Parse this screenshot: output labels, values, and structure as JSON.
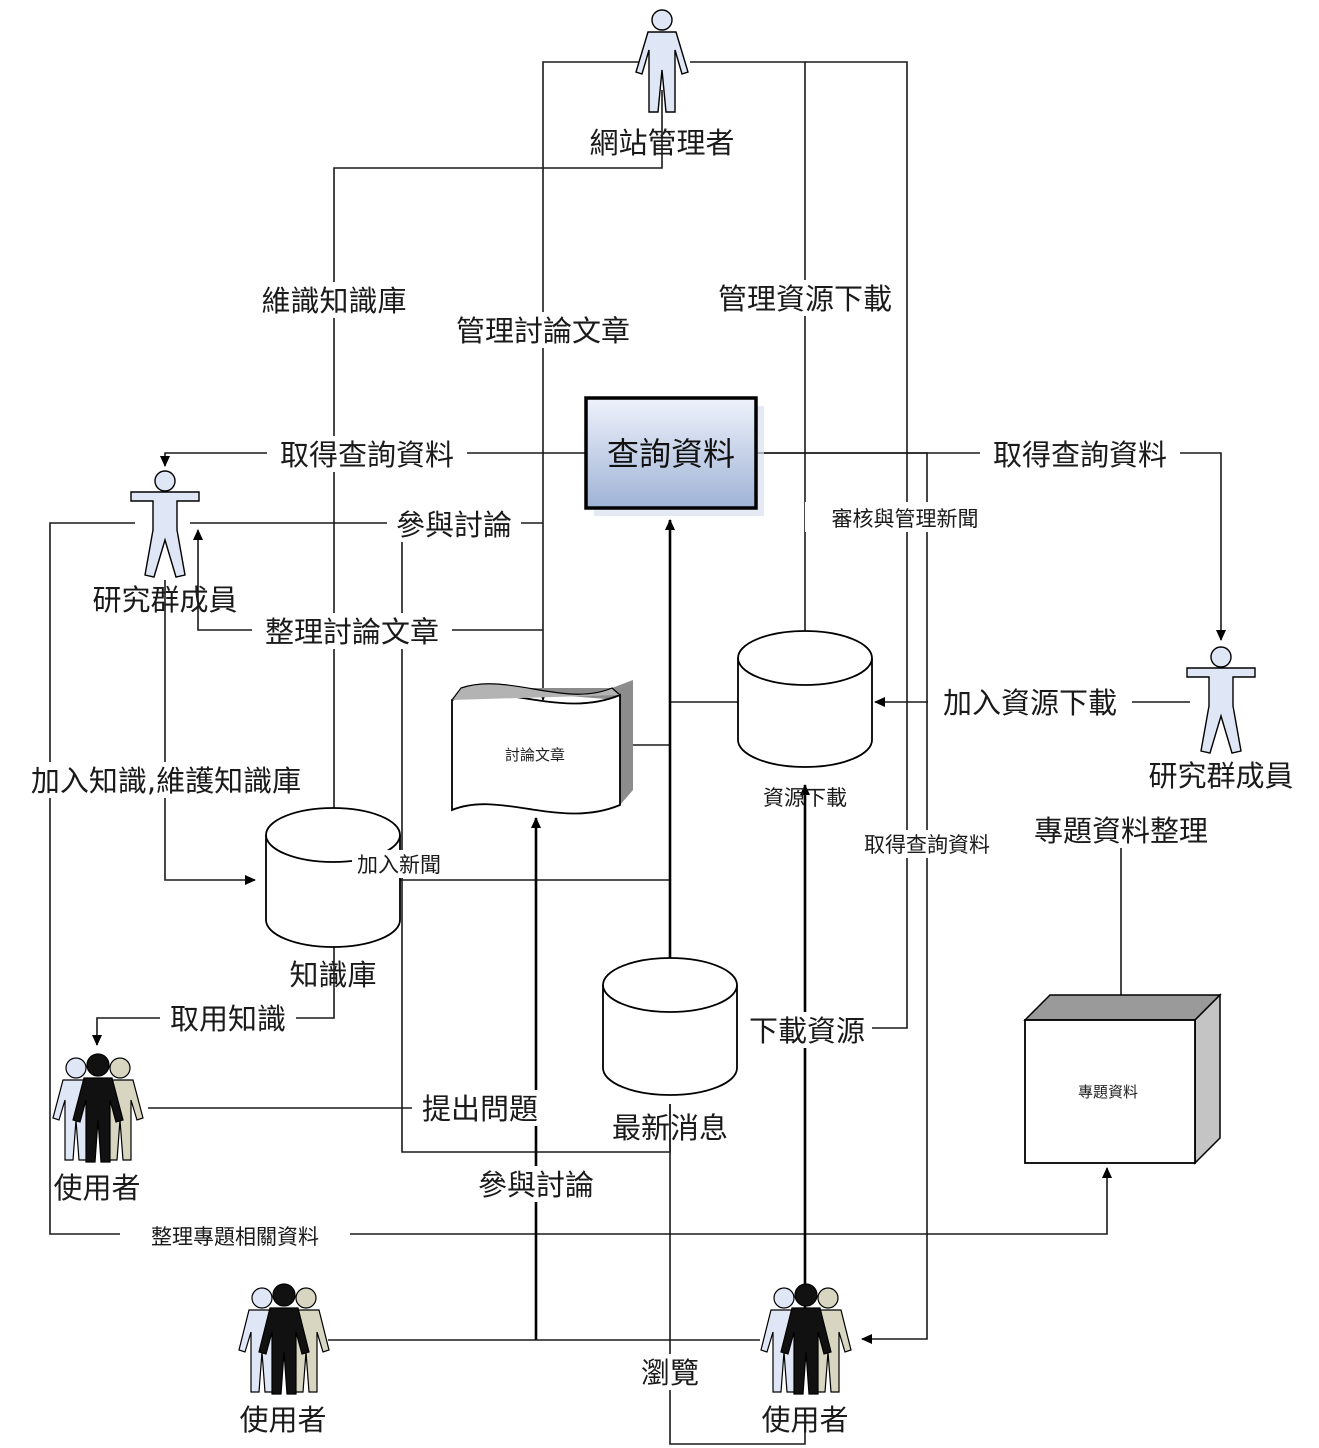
{
  "nodes": {
    "site_admin": "網站管理者",
    "researcher_left": "研究群成員",
    "researcher_right": "研究群成員",
    "query_data": "查詢資料",
    "discussion_articles": "討論文章",
    "resource_download": "資源下載",
    "knowledge_base": "知識庫",
    "latest_news": "最新消息",
    "project_data": "專題資料",
    "user_left": "使用者",
    "user_bottom_left": "使用者",
    "user_bottom_right": "使用者"
  },
  "edges": {
    "maintain_kb": "維識知識庫",
    "manage_articles": "管理討論文章",
    "manage_downloads": "管理資源下載",
    "get_query_left": "取得查詢資料",
    "get_query_right": "取得查詢資料",
    "review_news": "審核與管理新聞",
    "join_discussion_top": "參與討論",
    "organize_articles": "整理討論文章",
    "add_download": "加入資源下載",
    "add_knowledge": "加入知識,維護知識庫",
    "add_news": "加入新聞",
    "get_query_small": "取得查詢資料",
    "project_organize": "專題資料整理",
    "use_knowledge": "取用知識",
    "download_resource": "下載資源",
    "ask_question": "提出問題",
    "join_discussion_bottom": "參與討論",
    "organize_project": "整理專題相關資料",
    "browse": "瀏覽"
  }
}
